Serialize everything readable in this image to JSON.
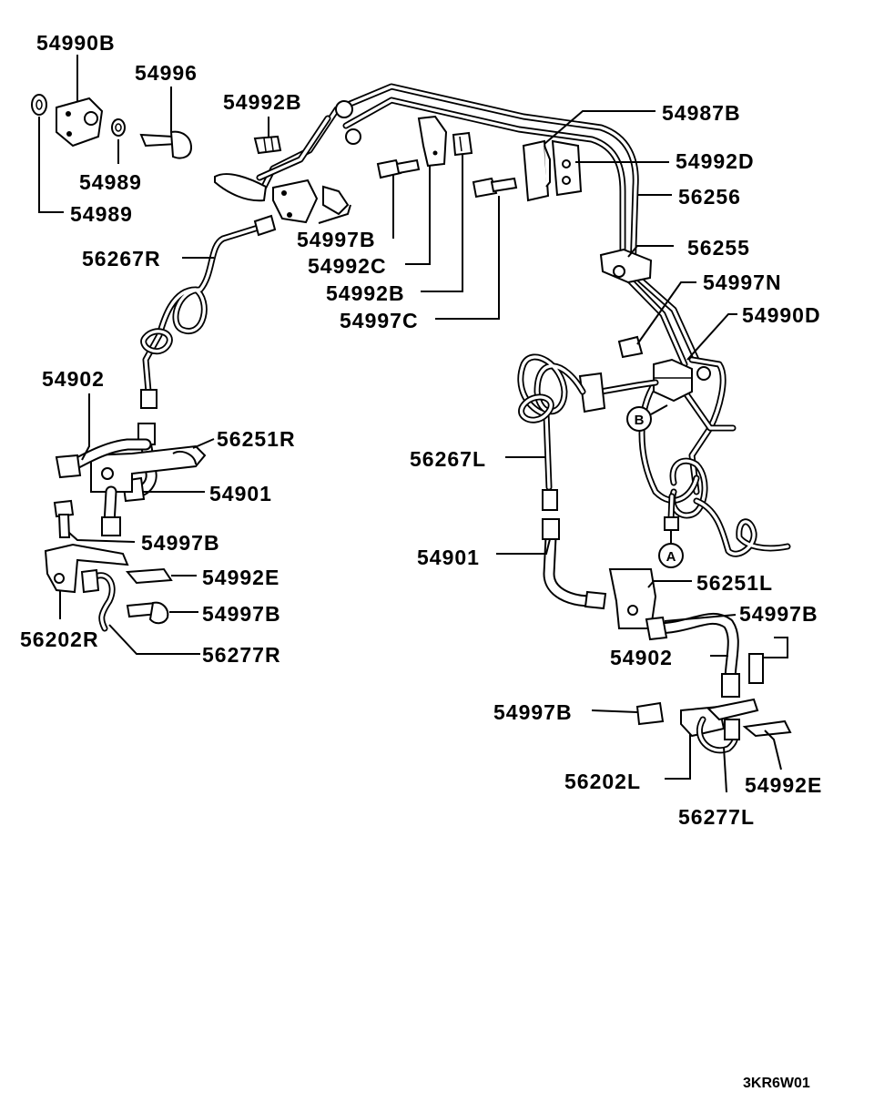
{
  "labels": {
    "l54990B": "54990B",
    "l54996": "54996",
    "l54989a": "54989",
    "l54989b": "54989",
    "l54992B_top": "54992B",
    "l54987B": "54987B",
    "l54992D": "54992D",
    "l56256": "56256",
    "l56255": "56255",
    "l54997N": "54997N",
    "l54990D": "54990D",
    "l56267R": "56267R",
    "l54997B_mid": "54997B",
    "l54992C": "54992C",
    "l54992B_mid": "54992B",
    "l54997C": "54997C",
    "l54902R": "54902",
    "l56251R": "56251R",
    "l54901R": "54901",
    "l54997B_r1": "54997B",
    "l54992E_r": "54992E",
    "l54997B_r2": "54997B",
    "l56202R": "56202R",
    "l56277R": "56277R",
    "l56267L": "56267L",
    "l54901L": "54901",
    "l56251L": "56251L",
    "l54997B_l1": "54997B",
    "l54902L": "54902",
    "l54997B_l2": "54997B",
    "l56202L": "56202L",
    "l54992E_l": "54992E",
    "l56277L": "56277L"
  },
  "markers": {
    "a": "A",
    "b": "B"
  },
  "figure_code": "3KR6W01"
}
